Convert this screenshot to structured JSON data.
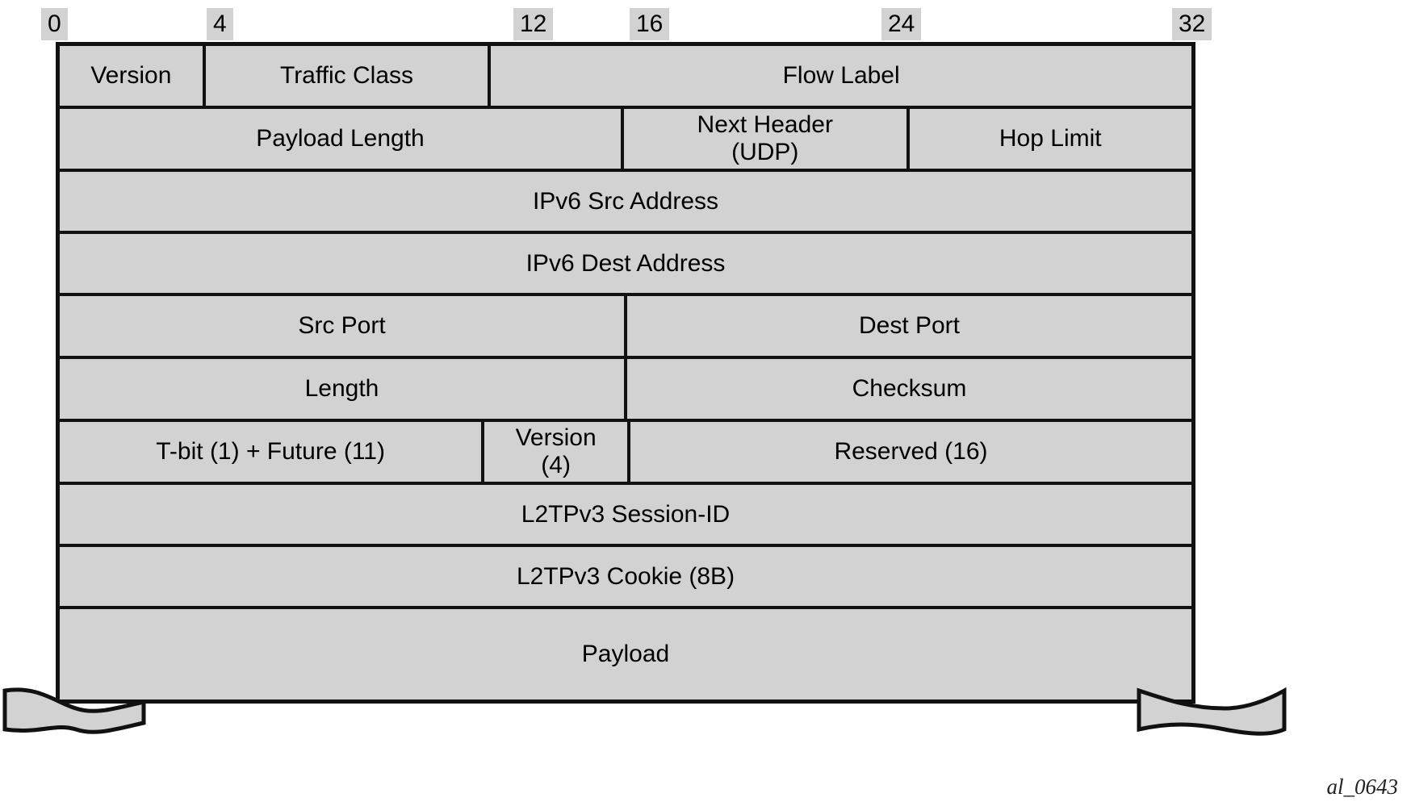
{
  "figure": {
    "caption": "al_0643",
    "colors": {
      "cell_fill": "#d2d2d2",
      "border": "#111111",
      "tick_fill": "#d2d2d2",
      "text": "#000000"
    }
  },
  "ruler": {
    "ticks": [
      {
        "label": "0",
        "bit": 0
      },
      {
        "label": "4",
        "bit": 4
      },
      {
        "label": "12",
        "bit": 12
      },
      {
        "label": "16",
        "bit": 16
      },
      {
        "label": "24",
        "bit": 24
      },
      {
        "label": "32",
        "bit": 32
      }
    ]
  },
  "rows": [
    {
      "name": "ipv6-word-1",
      "fields": [
        {
          "label": "Version",
          "bits": 4
        },
        {
          "label": "Traffic Class",
          "bits": 8
        },
        {
          "label": "Flow Label",
          "bits": 20
        }
      ]
    },
    {
      "name": "ipv6-word-2",
      "fields": [
        {
          "label": "Payload Length",
          "bits": 16
        },
        {
          "label": "Next Header\n(UDP)",
          "bits": 8
        },
        {
          "label": "Hop Limit",
          "bits": 8
        }
      ]
    },
    {
      "name": "ipv6-src",
      "fields": [
        {
          "label": "IPv6 Src Address",
          "bits": 32
        }
      ]
    },
    {
      "name": "ipv6-dest",
      "fields": [
        {
          "label": "IPv6 Dest Address",
          "bits": 32
        }
      ]
    },
    {
      "name": "udp-ports",
      "fields": [
        {
          "label": "Src Port",
          "bits": 16
        },
        {
          "label": "Dest Port",
          "bits": 16
        }
      ]
    },
    {
      "name": "udp-length-checksum",
      "fields": [
        {
          "label": "Length",
          "bits": 16
        },
        {
          "label": "Checksum",
          "bits": 16
        }
      ]
    },
    {
      "name": "l2tpv3-control-word",
      "fields": [
        {
          "label": "T-bit (1) + Future (11)",
          "bits": 12
        },
        {
          "label": "Version\n(4)",
          "bits": 4
        },
        {
          "label": "Reserved (16)",
          "bits": 16
        }
      ]
    },
    {
      "name": "l2tpv3-session-id",
      "fields": [
        {
          "label": "L2TPv3 Session-ID",
          "bits": 32
        }
      ]
    },
    {
      "name": "l2tpv3-cookie",
      "fields": [
        {
          "label": "L2TPv3 Cookie (8B)",
          "bits": 32
        }
      ]
    },
    {
      "name": "payload",
      "fields": [
        {
          "label": "Payload",
          "bits": 32
        }
      ]
    }
  ]
}
